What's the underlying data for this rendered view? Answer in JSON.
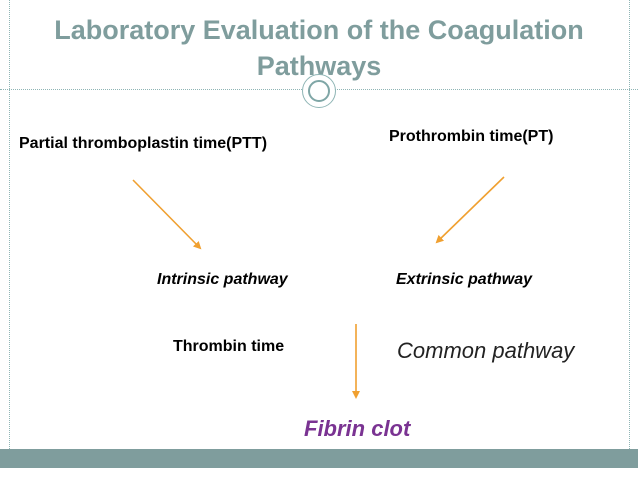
{
  "slide": {
    "title": "Laboratory Evaluation of the Coagulation Pathways",
    "accent_color": "#7f9d9d",
    "arrow_color": "#f0a030"
  },
  "diagram": {
    "nodes": {
      "ptt": "Partial thromboplastin time(PTT)",
      "pt": "Prothrombin time(PT)",
      "intrinsic": "Intrinsic pathway",
      "extrinsic": "Extrinsic pathway",
      "thrombin_time": "Thrombin time",
      "common": "Common pathway",
      "fibrin": "Fibrin clot"
    },
    "edges": [
      {
        "from": "ptt",
        "to": "intrinsic"
      },
      {
        "from": "pt",
        "to": "extrinsic"
      },
      {
        "from": "thrombin_time",
        "to": "fibrin"
      }
    ]
  }
}
